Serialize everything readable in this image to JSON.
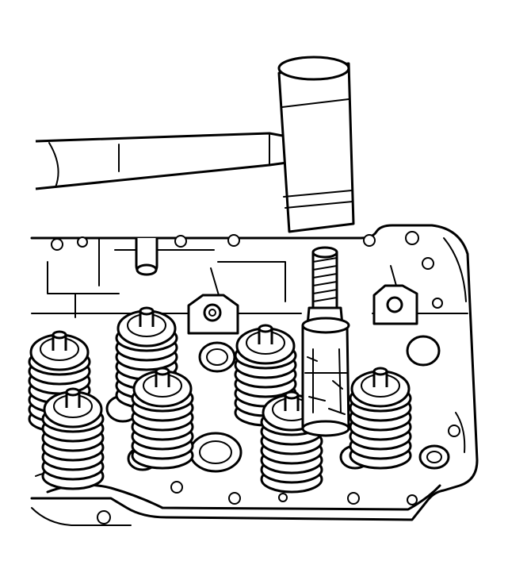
{
  "colors": {
    "line": "#000000",
    "background": "#ffffff"
  },
  "illustration": {
    "valve_springs": [
      {
        "col": 0,
        "row": 0
      },
      {
        "col": 1,
        "row": 0
      },
      {
        "col": 2,
        "row": 0
      },
      {
        "col": 0,
        "row": 1
      },
      {
        "col": 1,
        "row": 1
      },
      {
        "col": 2,
        "row": 1
      },
      {
        "col": 3,
        "row": 1
      }
    ],
    "coils_per_spring": 7
  }
}
